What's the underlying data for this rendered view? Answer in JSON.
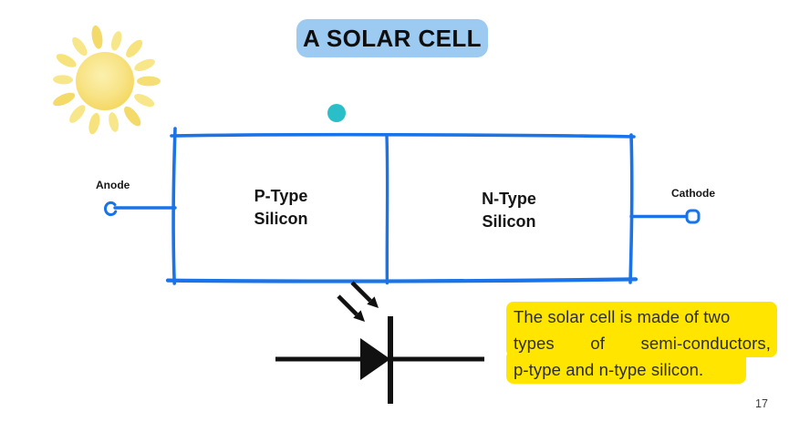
{
  "slide": {
    "title": "A SOLAR CELL",
    "page_number": "17"
  },
  "diagram": {
    "p_type_label": "P-Type Silicon",
    "n_type_label": "N-Type Silicon",
    "anode_label": "Anode",
    "cathode_label": "Cathode",
    "icons": {
      "sun": "sun-icon",
      "teal_dot": "teal-dot-marker",
      "light_arrows": "light-arrows-icon",
      "diode": "photodiode-symbol"
    }
  },
  "caption": {
    "line1": "The solar cell is made of two",
    "line2": "types of semi-conductors,",
    "line3": "p-type and n-type silicon."
  },
  "colors": {
    "diagram_blue": "#1a73e8",
    "title_badge_bg": "#9dcaf1",
    "highlight_yellow": "#ffe500",
    "dot_teal": "#2abec8",
    "sun_body_yellow": "#f6d85f",
    "sun_ray_yellow": "#f8e47e",
    "diode_black": "#111111",
    "text_dark": "#2d2d2d"
  }
}
